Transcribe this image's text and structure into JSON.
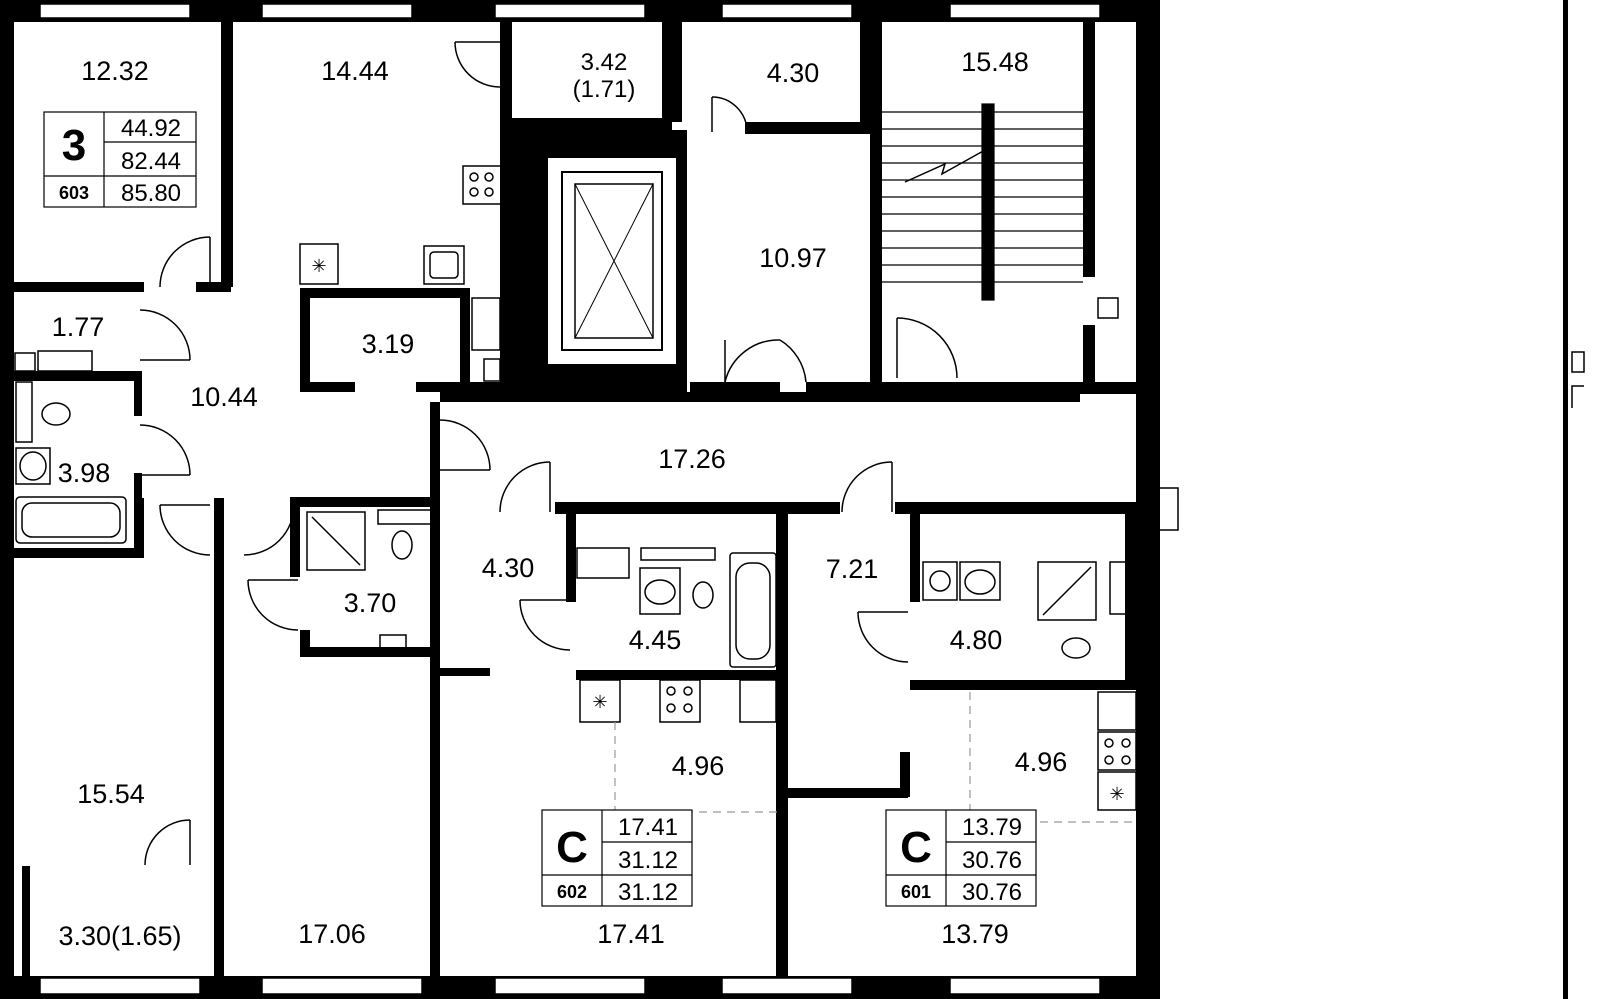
{
  "rooms": [
    {
      "id": "r1",
      "label": "12.32"
    },
    {
      "id": "r2",
      "label": "14.44"
    },
    {
      "id": "r3",
      "label": "3.42"
    },
    {
      "id": "r3b",
      "label": "(1.71)"
    },
    {
      "id": "r4",
      "label": "4.30"
    },
    {
      "id": "r5",
      "label": "15.48"
    },
    {
      "id": "r6",
      "label": "1.77"
    },
    {
      "id": "r7",
      "label": "3.19"
    },
    {
      "id": "r8",
      "label": "10.97"
    },
    {
      "id": "r9",
      "label": "10.44"
    },
    {
      "id": "r10",
      "label": "3.98"
    },
    {
      "id": "r11",
      "label": "17.26"
    },
    {
      "id": "r12",
      "label": "4.30"
    },
    {
      "id": "r13",
      "label": "3.70"
    },
    {
      "id": "r14",
      "label": "4.45"
    },
    {
      "id": "r15",
      "label": "7.21"
    },
    {
      "id": "r16",
      "label": "4.80"
    },
    {
      "id": "r17",
      "label": "4.96"
    },
    {
      "id": "r18",
      "label": "4.96"
    },
    {
      "id": "r19",
      "label": "15.54"
    },
    {
      "id": "r20",
      "label": "3.30(1.65)"
    },
    {
      "id": "r21",
      "label": "17.06"
    },
    {
      "id": "r22",
      "label": "17.41"
    },
    {
      "id": "r23",
      "label": "13.79"
    }
  ],
  "apartments": {
    "a603": {
      "type": "3",
      "number": "603",
      "living": "44.92",
      "total": "82.44",
      "total_balcony": "85.80"
    },
    "a602": {
      "type": "С",
      "number": "602",
      "living": "17.41",
      "total": "31.12",
      "total_balcony": "31.12"
    },
    "a601": {
      "type": "С",
      "number": "601",
      "living": "13.79",
      "total": "30.76",
      "total_balcony": "30.76"
    }
  },
  "colors": {
    "wall": "#000000",
    "background": "#ffffff",
    "dash": "#999999"
  }
}
